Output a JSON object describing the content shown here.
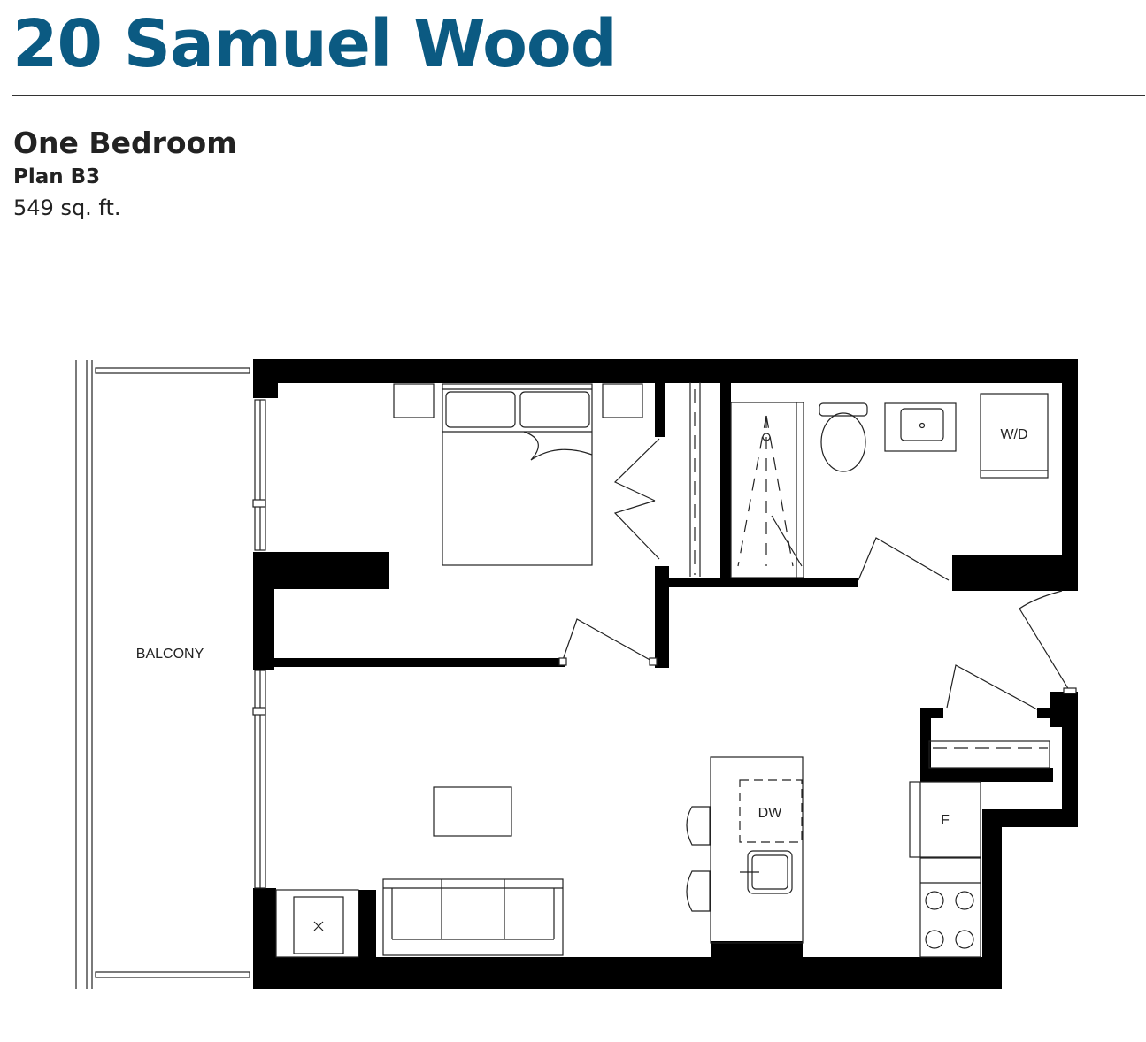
{
  "header": {
    "title": "20 Samuel Wood",
    "unit_type": "One Bedroom",
    "plan_name": "Plan B3",
    "area": "549 sq. ft."
  },
  "floorplan": {
    "labels": {
      "balcony": "BALCONY",
      "washer_dryer": "W/D",
      "dishwasher": "DW",
      "fridge": "F"
    }
  }
}
